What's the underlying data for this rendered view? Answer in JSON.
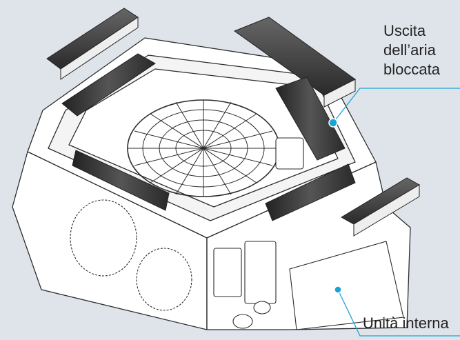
{
  "labels": {
    "outlet_lines": [
      "Uscita",
      "dell’aria",
      "bloccata"
    ],
    "unit": "Unità interna"
  },
  "colors": {
    "background": "#dfe4ea",
    "leader_line": "#1aa3d9",
    "block": "#3a3a3a",
    "outline": "#2b2b2b"
  }
}
